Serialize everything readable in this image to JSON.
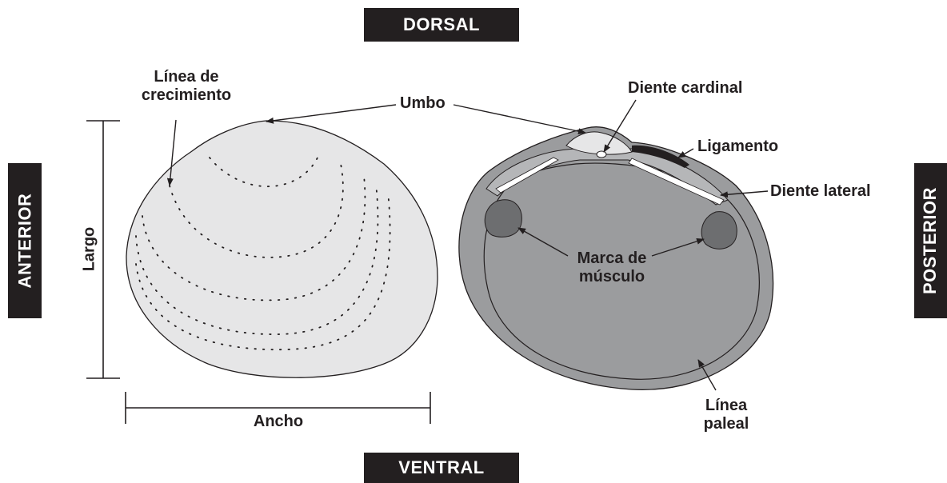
{
  "orientation": {
    "dorsal": "DORSAL",
    "ventral": "VENTRAL",
    "anterior": "ANTERIOR",
    "posterior": "POSTERIOR"
  },
  "labels": {
    "growth_line_1": "Línea de",
    "growth_line_2": "crecimiento",
    "umbo": "Umbo",
    "cardinal_tooth": "Diente cardinal",
    "ligament": "Ligamento",
    "lateral_tooth": "Diente lateral",
    "muscle_mark_1": "Marca de",
    "muscle_mark_2": "músculo",
    "pallial_line_1": "Línea",
    "pallial_line_2": "paleal",
    "length": "Largo",
    "width": "Ancho"
  },
  "colors": {
    "tag_bg": "#231f20",
    "outer_shell": "#e6e6e7",
    "inner_shell": "#9b9c9e",
    "muscle_scar": "#6d6e70",
    "outline": "#231f20"
  }
}
